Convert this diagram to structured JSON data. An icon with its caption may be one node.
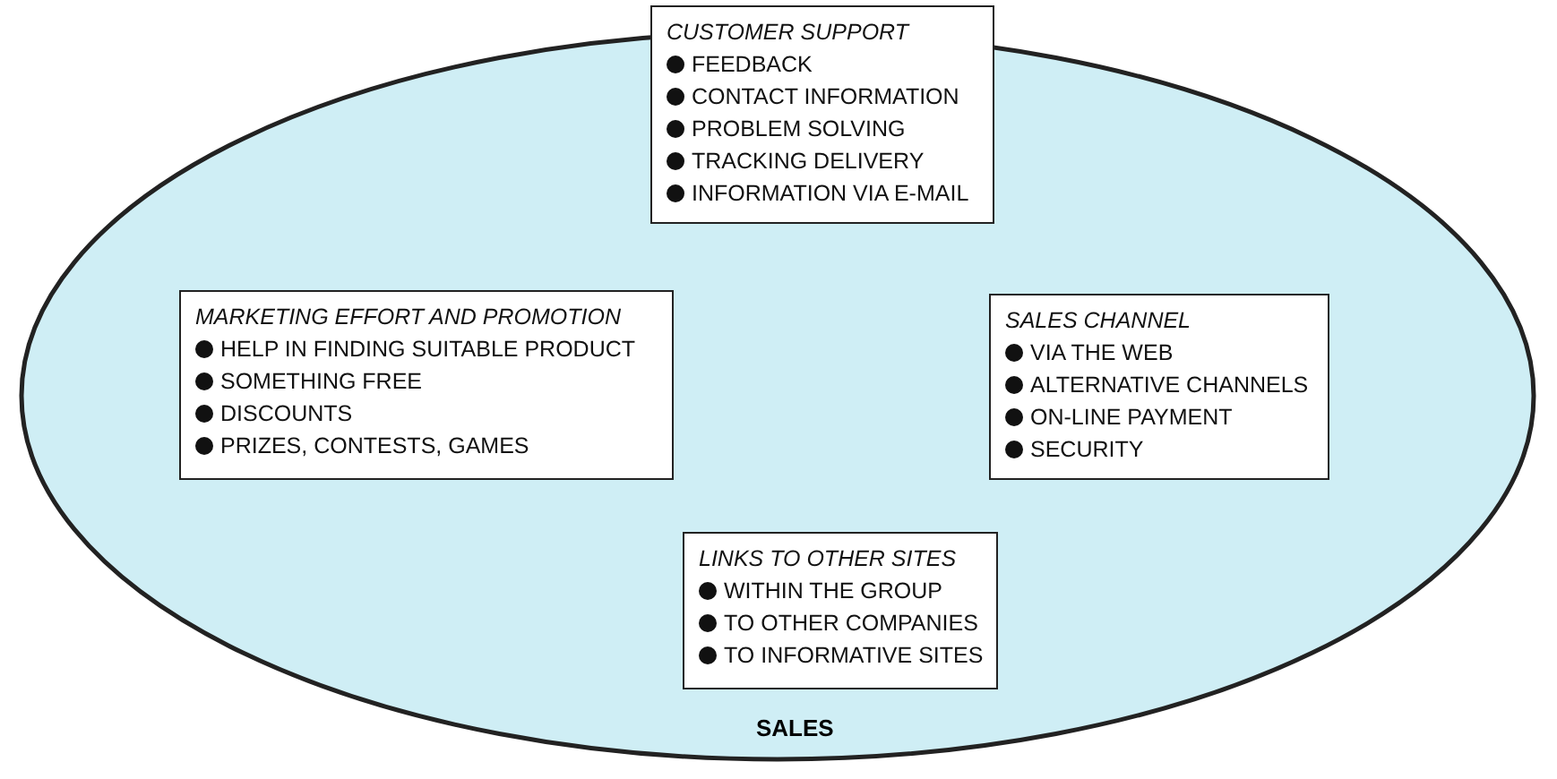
{
  "diagram": {
    "nodes": [
      {
        "text": [
          "SALES"
        ]
      },
      {
        "text": [
          "CUSTOMER SUPPORT",
          "FEEDBACK",
          "CONTACT INFORMATION",
          "PROBLEM SOLVING",
          "TRACKING DELIVERY",
          "INFORMATION VIA E-MAIL"
        ]
      },
      {
        "text": [
          "MARKETING EFFORT AND PROMOTION",
          "HELP IN FINDING SUITABLE PRODUCT",
          "SOMETHING FREE",
          "DISCOUNTS",
          "PRIZES, CONTESTS, GAMES"
        ],
        "in": 0
      },
      {
        "text": [
          "SALES CHANNEL",
          "VIA THE WEB",
          "ALTERNATIVE CHANNELS",
          "ON-LINE PAYMENT",
          "SECURITY"
        ],
        "in": 0
      },
      {
        "text": [
          "LINKS TO OTHER SITES",
          "WITHIN THE GROUP",
          "TO OTHER COMPANIES",
          "TO INFORMATIVE SITES"
        ],
        "in": 0
      }
    ]
  }
}
